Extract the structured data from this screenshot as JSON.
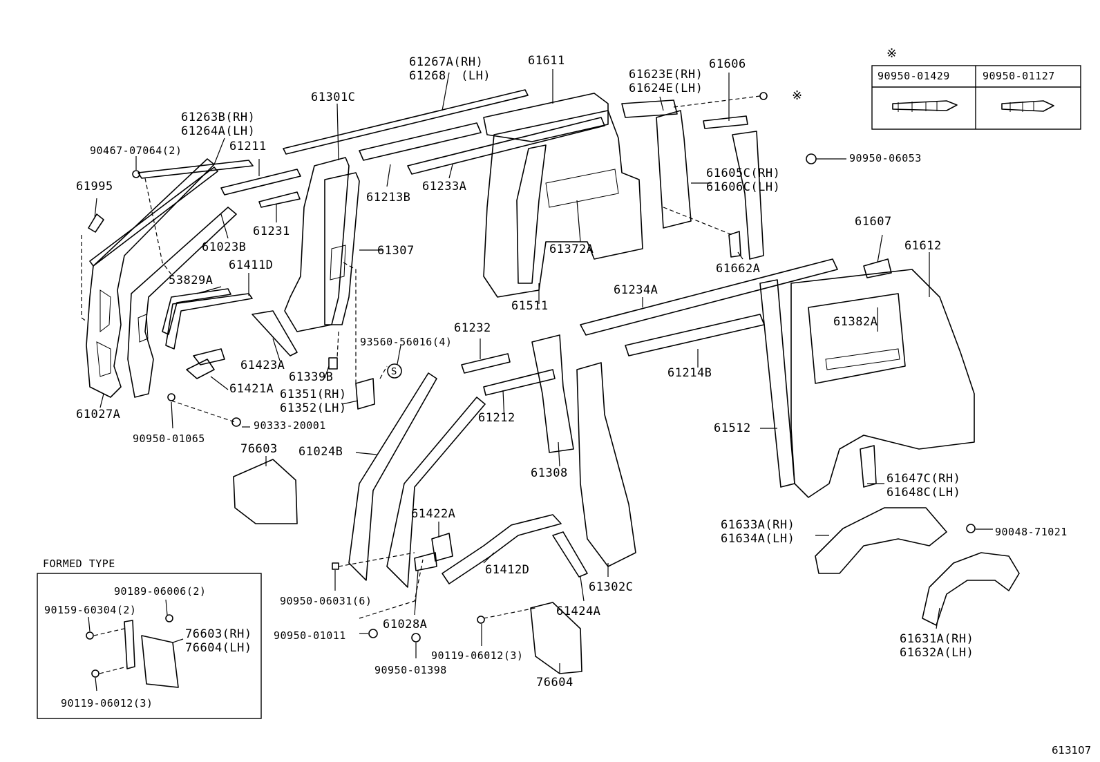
{
  "parts": [
    {
      "id": "p01",
      "lines": [
        "61267A(RH)",
        "61268  (LH)"
      ]
    },
    {
      "id": "p02",
      "lines": [
        "61611"
      ]
    },
    {
      "id": "p03",
      "lines": [
        "61623E(RH)",
        "61624E(LH)"
      ]
    },
    {
      "id": "p04",
      "lines": [
        "61606"
      ]
    },
    {
      "id": "p05",
      "lines": [
        "61301C"
      ]
    },
    {
      "id": "p06",
      "lines": [
        "61263B(RH)",
        "61264A(LH)"
      ]
    },
    {
      "id": "p07",
      "lines": [
        "90467-07064(2)"
      ]
    },
    {
      "id": "p08",
      "lines": [
        "61211"
      ]
    },
    {
      "id": "p09",
      "lines": [
        "61995"
      ]
    },
    {
      "id": "p10",
      "lines": [
        "61213B"
      ]
    },
    {
      "id": "p11",
      "lines": [
        "61233A"
      ]
    },
    {
      "id": "p12",
      "lines": [
        "90950-06053"
      ]
    },
    {
      "id": "p13",
      "lines": [
        "61605C(RH)",
        "61606C(LH)"
      ]
    },
    {
      "id": "p14",
      "lines": [
        "61231"
      ]
    },
    {
      "id": "p15",
      "lines": [
        "61023B"
      ]
    },
    {
      "id": "p16",
      "lines": [
        "61307"
      ]
    },
    {
      "id": "p17",
      "lines": [
        "61372A"
      ]
    },
    {
      "id": "p18",
      "lines": [
        "61662A"
      ]
    },
    {
      "id": "p19",
      "lines": [
        "61607"
      ]
    },
    {
      "id": "p20",
      "lines": [
        "61612"
      ]
    },
    {
      "id": "p21",
      "lines": [
        "61411D"
      ]
    },
    {
      "id": "p22",
      "lines": [
        "53829A"
      ]
    },
    {
      "id": "p23",
      "lines": [
        "61234A"
      ]
    },
    {
      "id": "p24",
      "lines": [
        "61511"
      ]
    },
    {
      "id": "p25",
      "lines": [
        "61382A"
      ]
    },
    {
      "id": "p26",
      "lines": [
        "61232"
      ]
    },
    {
      "id": "p27",
      "lines": [
        "93560-56016(4)"
      ]
    },
    {
      "id": "p28",
      "lines": [
        "61423A"
      ]
    },
    {
      "id": "p29",
      "lines": [
        "61214B"
      ]
    },
    {
      "id": "p30",
      "lines": [
        "61339B"
      ]
    },
    {
      "id": "p31",
      "lines": [
        "61421A"
      ]
    },
    {
      "id": "p32",
      "lines": [
        "61351(RH)",
        "61352(LH)"
      ]
    },
    {
      "id": "p33",
      "lines": [
        "61027A"
      ]
    },
    {
      "id": "p34",
      "lines": [
        "90333-20001"
      ]
    },
    {
      "id": "p35",
      "lines": [
        "61212"
      ]
    },
    {
      "id": "p36",
      "lines": [
        "61512"
      ]
    },
    {
      "id": "p37",
      "lines": [
        "90950-01065"
      ]
    },
    {
      "id": "p38",
      "lines": [
        "76603"
      ]
    },
    {
      "id": "p39",
      "lines": [
        "61024B"
      ]
    },
    {
      "id": "p40",
      "lines": [
        "61308"
      ]
    },
    {
      "id": "p41",
      "lines": [
        "61647C(RH)",
        "61648C(LH)"
      ]
    },
    {
      "id": "p42",
      "lines": [
        "61422A"
      ]
    },
    {
      "id": "p43",
      "lines": [
        "61633A(RH)",
        "61634A(LH)"
      ]
    },
    {
      "id": "p44",
      "lines": [
        "90048-71021"
      ]
    },
    {
      "id": "p45",
      "lines": [
        "61412D"
      ]
    },
    {
      "id": "p46",
      "lines": [
        "90950-06031(6)"
      ]
    },
    {
      "id": "p47",
      "lines": [
        "61302C"
      ]
    },
    {
      "id": "p48",
      "lines": [
        "61424A"
      ]
    },
    {
      "id": "p49",
      "lines": [
        "61028A"
      ]
    },
    {
      "id": "p50",
      "lines": [
        "90950-01011"
      ]
    },
    {
      "id": "p51",
      "lines": [
        "90119-06012(3)"
      ]
    },
    {
      "id": "p52",
      "lines": [
        "61631A(RH)",
        "61632A(LH)"
      ]
    },
    {
      "id": "p53",
      "lines": [
        "90950-01398"
      ]
    },
    {
      "id": "p54",
      "lines": [
        "76604"
      ]
    }
  ],
  "inset_formed": {
    "title": "FORMED TYPE",
    "labels": [
      {
        "id": "f1",
        "lines": [
          "90189-06006(2)"
        ]
      },
      {
        "id": "f2",
        "lines": [
          "90159-60304(2)"
        ]
      },
      {
        "id": "f3",
        "lines": [
          "76603(RH)",
          "76604(LH)"
        ]
      },
      {
        "id": "f4",
        "lines": [
          "90119-06012(3)"
        ]
      }
    ]
  },
  "plug_table": {
    "note_mark": "※",
    "columns": [
      "90950-01429",
      "90950-01127"
    ]
  },
  "callout_mark": "※",
  "diagram_ref": "613107"
}
